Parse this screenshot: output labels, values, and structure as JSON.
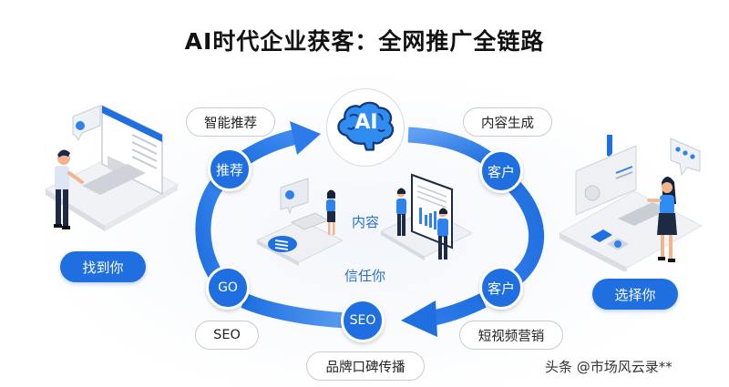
{
  "title": "AI时代企业获客：全网推广全链路",
  "center": {
    "ai_badge": "AI",
    "labels": {
      "content": "内容",
      "trust": "信任你"
    }
  },
  "cycle_nodes": [
    {
      "id": "tuijian",
      "label": "推荐"
    },
    {
      "id": "kehu_top",
      "label": "客户"
    },
    {
      "id": "kehu_bottom",
      "label": "客户"
    },
    {
      "id": "seo",
      "label": "SEO"
    },
    {
      "id": "go",
      "label": "GO"
    }
  ],
  "outline_tags": [
    {
      "id": "smart-recommend",
      "label": "智能推荐"
    },
    {
      "id": "content-generation",
      "label": "内容生成"
    },
    {
      "id": "short-video-marketing",
      "label": "短视频营销"
    },
    {
      "id": "brand-word-of-mouth",
      "label": "品牌口碑传播"
    },
    {
      "id": "seo-tag",
      "label": "SEO"
    }
  ],
  "stage_buttons": [
    {
      "id": "find-you",
      "label": "找到你"
    },
    {
      "id": "choose-you",
      "label": "选择你"
    }
  ],
  "watermark": "头条 @市场风云录**",
  "colors": {
    "primary_blue": "#1f6fe0",
    "light_blue": "#4a92f0",
    "pill_border": "#c8ccd3",
    "label_blue": "#2a6fd0"
  }
}
